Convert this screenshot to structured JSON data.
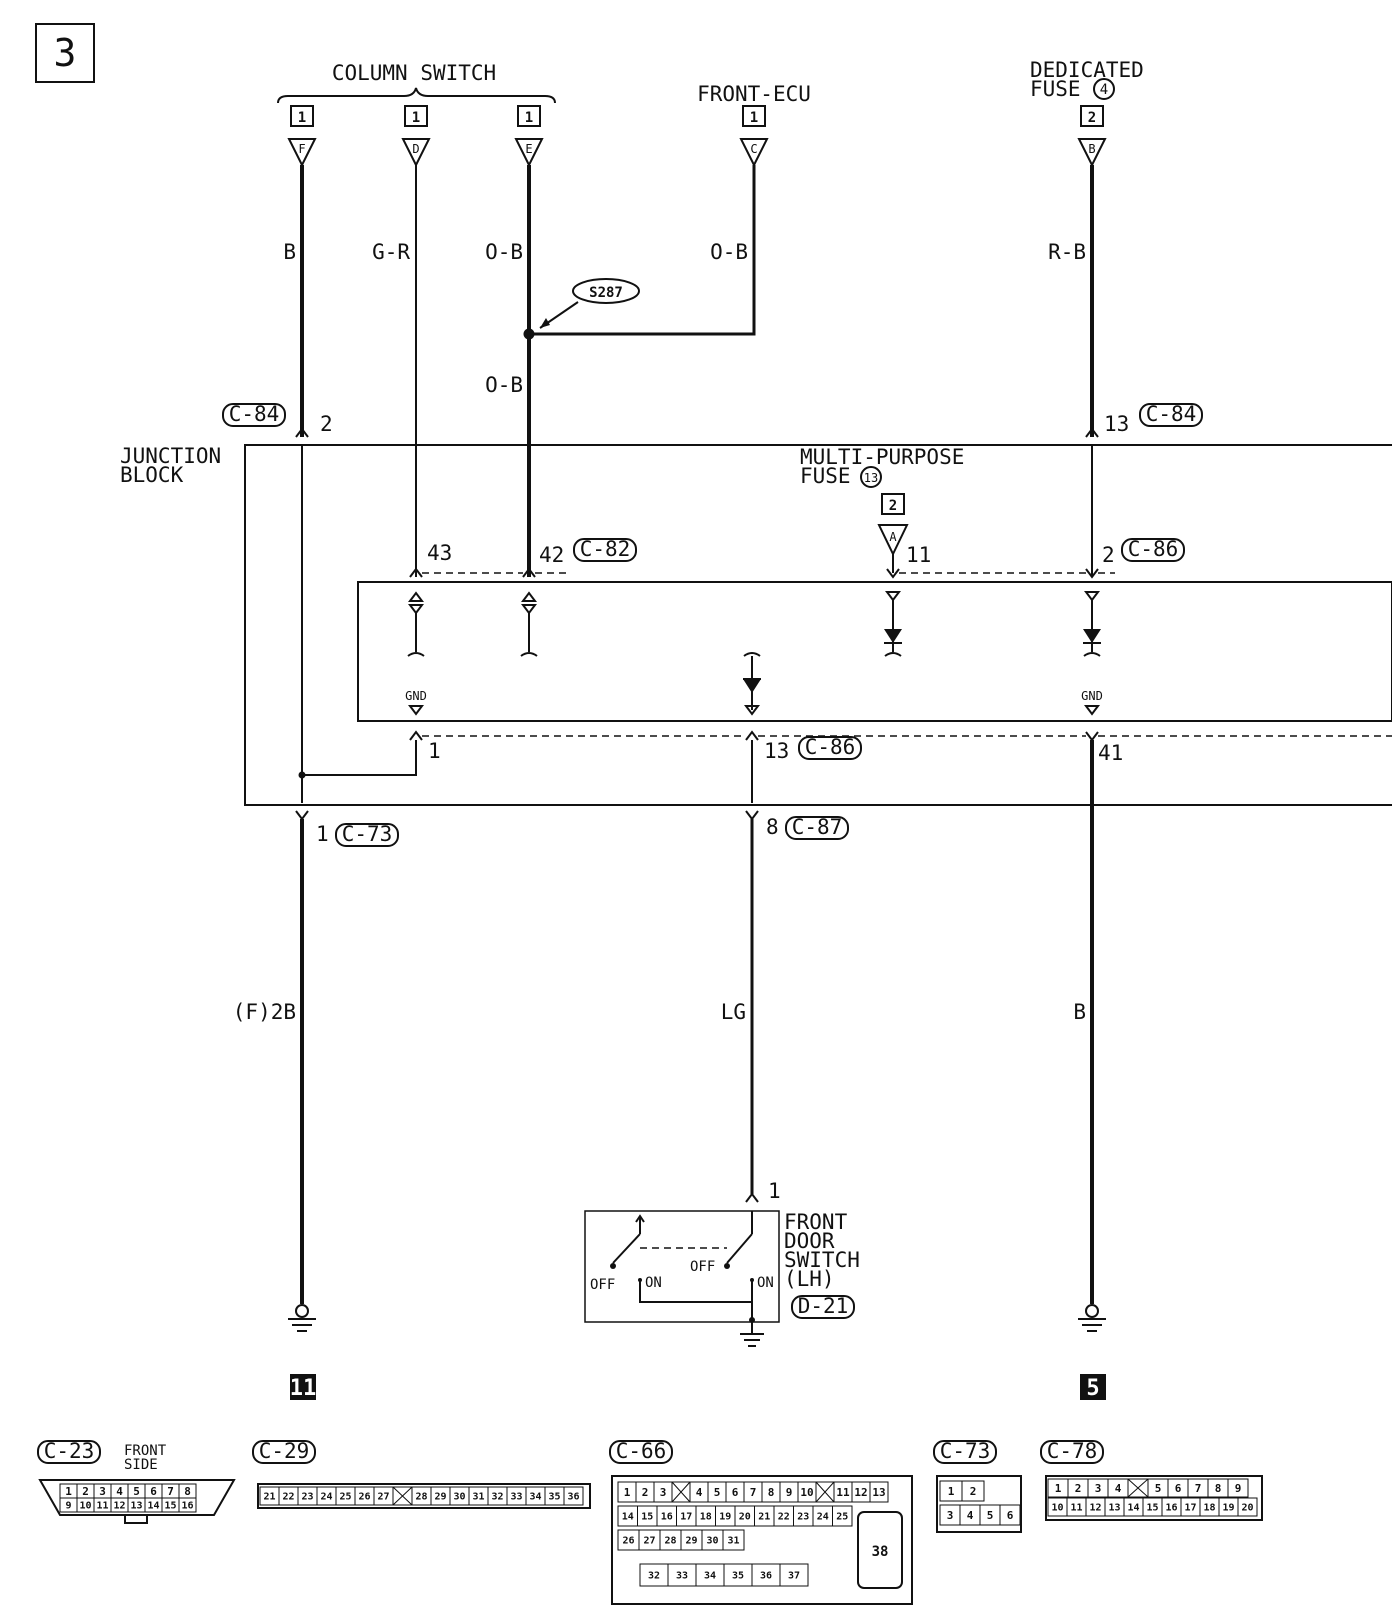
{
  "page_number": "3",
  "connectors": {
    "column_switch_label": "COLUMN SWITCH",
    "front_ecu_label": "FRONT-ECU",
    "dedicated_fuse_line1": "DEDICATED",
    "dedicated_fuse_line2": "FUSE",
    "dedicated_fuse_num": "4",
    "multi_fuse_line1": "MULTI-PURPOSE",
    "multi_fuse_line2": "FUSE",
    "multi_fuse_num": "13",
    "junction_block_line1": "JUNCTION",
    "junction_block_line2": "BLOCK"
  },
  "terminals": {
    "col_f": {
      "box": "1",
      "pin": "F"
    },
    "col_d": {
      "box": "1",
      "pin": "D"
    },
    "col_e": {
      "box": "1",
      "pin": "E"
    },
    "ecu_c": {
      "box": "1",
      "pin": "C"
    },
    "fuse4_b": {
      "box": "2",
      "pin": "B"
    },
    "mpf_a": {
      "box": "2",
      "pin": "A"
    }
  },
  "wire_colors": {
    "w1": "B",
    "w2": "G-R",
    "w3": "O-B",
    "w4": "O-B",
    "w5": "R-B",
    "w3b": "O-B",
    "w6": "(F)2B",
    "w7": "LG",
    "w8": "B"
  },
  "splice": "S287",
  "connector_ids": {
    "c84_left": "C-84",
    "c84_right": "C-84",
    "c82": "C-82",
    "c86_top": "C-86",
    "c86_bottom": "C-86",
    "c73": "C-73",
    "c87": "C-87",
    "d21": "D-21"
  },
  "pins": {
    "p2_left": "2",
    "p13_right": "13",
    "p43": "43",
    "p42": "42",
    "p11": "11",
    "p2_right": "2",
    "p1_gnd": "1",
    "p13_bottom": "13",
    "p41": "41",
    "p1_c73": "1",
    "p8": "8",
    "p1_switch": "1"
  },
  "gnd_labels": {
    "left": "GND",
    "right": "GND"
  },
  "front_door_switch": {
    "line1": "FRONT",
    "line2": "DOOR",
    "line3": "SWITCH",
    "line4": "(LH)",
    "off_left": "OFF",
    "on_left": "ON",
    "off_right": "OFF",
    "on_right": "ON"
  },
  "ground_points": {
    "left": "11",
    "right": "5"
  },
  "connector_faces": {
    "c23": {
      "id": "C-23",
      "side_line1": "FRONT",
      "side_line2": "SIDE",
      "row1": [
        "1",
        "2",
        "3",
        "4",
        "5",
        "6",
        "7",
        "8"
      ],
      "row2": [
        "9",
        "10",
        "11",
        "12",
        "13",
        "14",
        "15",
        "16"
      ]
    },
    "c29": {
      "id": "C-29",
      "row": [
        "21",
        "22",
        "23",
        "24",
        "25",
        "26",
        "27",
        "",
        "28",
        "29",
        "30",
        "31",
        "32",
        "33",
        "34",
        "35",
        "36"
      ]
    },
    "c66": {
      "id": "C-66",
      "row1": [
        "1",
        "2",
        "3",
        "",
        "4",
        "5",
        "6",
        "7",
        "8",
        "9",
        "10",
        "",
        "11",
        "12",
        "13"
      ],
      "row2": [
        "14",
        "15",
        "16",
        "17",
        "18",
        "19",
        "20",
        "21",
        "22",
        "23",
        "24",
        "25"
      ],
      "row3": [
        "26",
        "27",
        "28",
        "29",
        "30",
        "31"
      ],
      "row4": [
        "32",
        "33",
        "34",
        "35",
        "36",
        "37"
      ],
      "big": "38"
    },
    "c73f": {
      "id": "C-73",
      "row1": [
        "1",
        "2"
      ],
      "row2": [
        "3",
        "4",
        "5",
        "6"
      ]
    },
    "c78": {
      "id": "C-78",
      "row1": [
        "1",
        "2",
        "3",
        "4",
        "",
        "5",
        "6",
        "7",
        "8",
        "9"
      ],
      "row2": [
        "10",
        "11",
        "12",
        "13",
        "14",
        "15",
        "16",
        "17",
        "18",
        "19",
        "20"
      ]
    }
  }
}
